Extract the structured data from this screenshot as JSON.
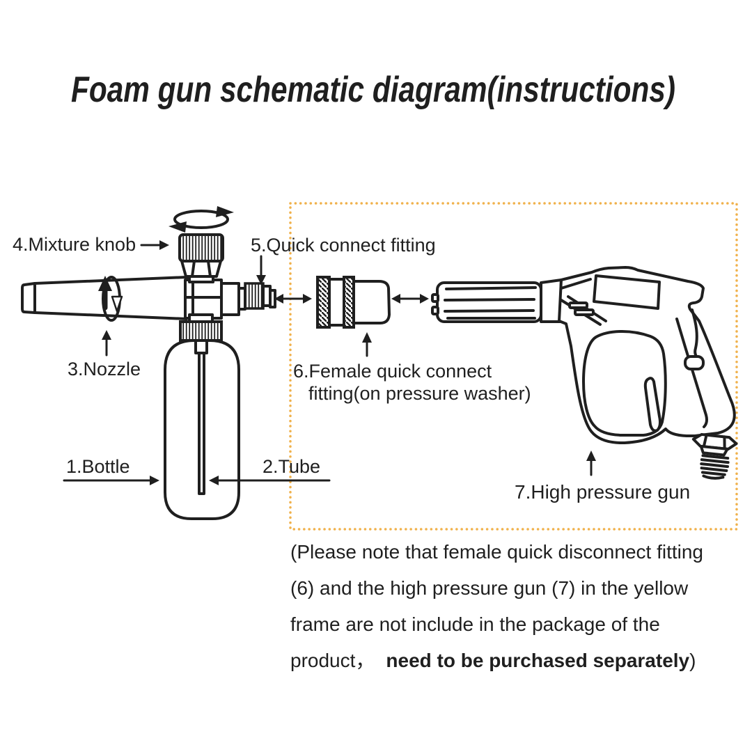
{
  "title": "Foam gun schematic diagram(instructions)",
  "diagram": {
    "line_color": "#1f1f1f",
    "frame_color": "#f0b14b",
    "labels": {
      "bottle": "1.Bottle",
      "tube": "2.Tube",
      "nozzle": "3.Nozzle",
      "mixture_knob": "4.Mixture knob",
      "quick_connect": "5.Quick connect fitting",
      "female_quick_connect_line1": "6.Female quick connect",
      "female_quick_connect_line2": "fitting(on pressure washer)",
      "high_pressure_gun": "7.High pressure gun"
    }
  },
  "note": {
    "color": "#efa636",
    "line1": "(Please note that female quick disconnect fitting",
    "line2": "(6) and the high pressure gun (7) in the yellow",
    "line3": "frame are not include in the package of the",
    "line4_normal": "product，",
    "line4_bold": "need to be purchased separately",
    "line4_end": ")"
  }
}
